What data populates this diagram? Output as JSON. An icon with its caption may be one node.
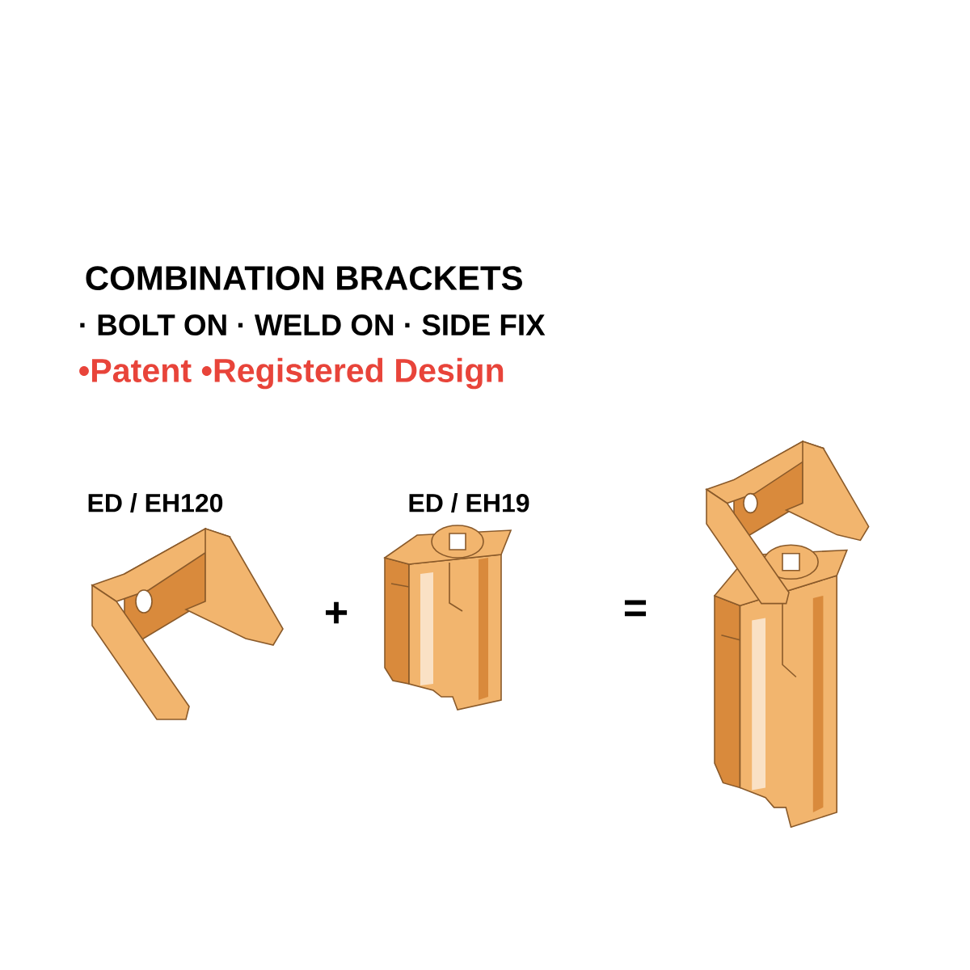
{
  "diagram": {
    "title": "COMBINATION BRACKETS",
    "nodes": [
      {
        "text": [],
        "shape": "picture",
        "beside": [
          "ED / EH120"
        ]
      },
      {
        "text": [],
        "shape": "picture",
        "beside": [
          "ED / EH19"
        ]
      },
      {
        "text": [],
        "shape": "picture"
      }
    ],
    "labels": [
      "· BOLT ON · WELD ON · SIDE FIX",
      "•Patent •Registered Design",
      "+",
      "="
    ]
  }
}
